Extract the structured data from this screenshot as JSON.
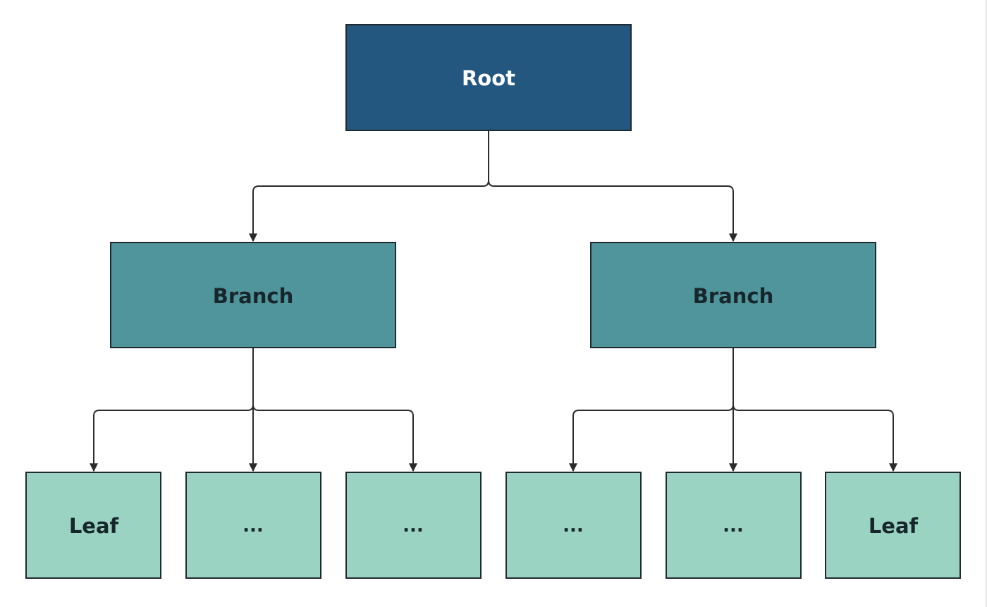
{
  "colors": {
    "root_fill": "#235780",
    "root_text": "#ffffff",
    "branch_fill": "#50949c",
    "branch_text": "#17262b",
    "leaf_fill": "#9ad3c1",
    "leaf_text": "#17262b",
    "line": "#2b2b2b"
  },
  "tree": {
    "root": {
      "label": "Root"
    },
    "branches": [
      {
        "label": "Branch",
        "leaves": [
          {
            "label": "Leaf"
          },
          {
            "label": "..."
          },
          {
            "label": "..."
          }
        ]
      },
      {
        "label": "Branch",
        "leaves": [
          {
            "label": "..."
          },
          {
            "label": "..."
          },
          {
            "label": "Leaf"
          }
        ]
      }
    ]
  }
}
